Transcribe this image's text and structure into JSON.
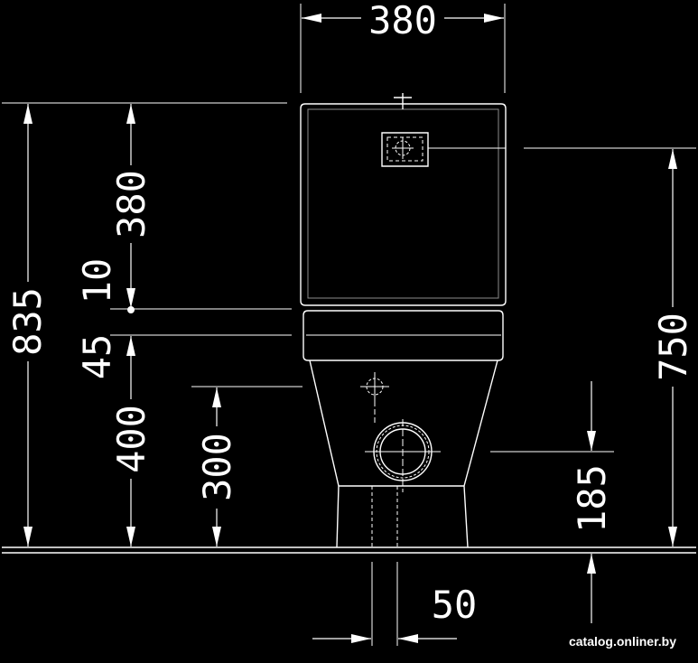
{
  "dimensions": {
    "top_width": "380",
    "tank_height": "380",
    "total_height": "835",
    "offset_10": "10",
    "offset_45": "45",
    "seat_height": "400",
    "inlet_height": "300",
    "right_height": "750",
    "outlet_height": "185",
    "outlet_width": "50"
  },
  "watermark": "catalog.onliner.by",
  "colors": {
    "background": "#000000",
    "lines": "#ffffff"
  }
}
